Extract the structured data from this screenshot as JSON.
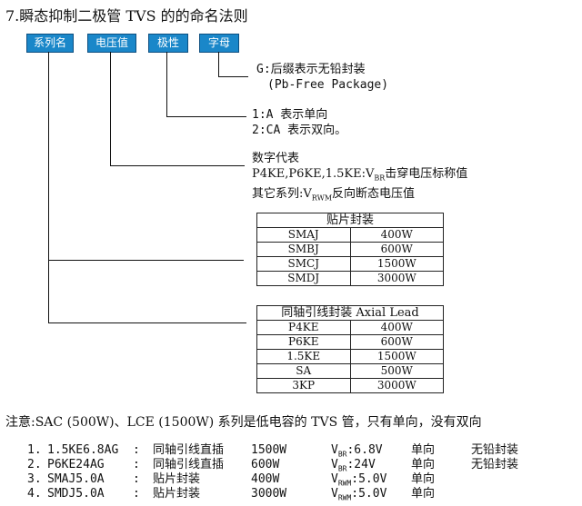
{
  "title": "7.瞬态抑制二极管 TVS 的的命名法则",
  "boxes": [
    "系列名",
    "电压值",
    "极性",
    "字母"
  ],
  "letter_note": {
    "line1": "G:后缀表示无铅封装",
    "line2": "(Pb-Free Package)"
  },
  "polarity_note": {
    "line1": "1:A 表示单向",
    "line2": "2:CA 表示双向。"
  },
  "voltage_note": {
    "line1": "数字代表",
    "line2_prefix": "P4KE,P6KE,1.5KE:V",
    "line2_sub": "BR",
    "line2_suffix": "击穿电压标称值",
    "line3_prefix": "其它系列:V",
    "line3_sub": "RWM",
    "line3_suffix": "反向断态电压值"
  },
  "smd_table": {
    "header": "贴片封装",
    "rows": [
      [
        "SMAJ",
        "400W"
      ],
      [
        "SMBJ",
        "600W"
      ],
      [
        "SMCJ",
        "1500W"
      ],
      [
        "SMDJ",
        "3000W"
      ]
    ]
  },
  "axial_table": {
    "header": "同轴引线封装 Axial Lead",
    "rows": [
      [
        "P4KE",
        "400W"
      ],
      [
        "P6KE",
        "600W"
      ],
      [
        "1.5KE",
        "1500W"
      ],
      [
        "SA",
        "500W"
      ],
      [
        "3KP",
        "3000W"
      ]
    ]
  },
  "note": "注意:SAC (500W)、LCE (1500W) 系列是低电容的 TVS 管，只有单向，没有双向",
  "examples": [
    {
      "num": "1.",
      "part": "1.5KE6.8AG",
      "colon": ":",
      "pkg": "同轴引线直插",
      "power": "1500W",
      "vsym": "V",
      "vsub": "BR",
      "vval": ":6.8V",
      "dir": "单向",
      "pb": "无铅封装"
    },
    {
      "num": "2.",
      "part": "P6KE24AG",
      "colon": ":",
      "pkg": "同轴引线直插",
      "power": "600W",
      "vsym": "V",
      "vsub": "BR",
      "vval": ":24V",
      "dir": "单向",
      "pb": "无铅封装"
    },
    {
      "num": "3.",
      "part": "SMAJ5.0A",
      "colon": ":",
      "pkg": "贴片封装",
      "power": "400W",
      "vsym": "V",
      "vsub": "RWM",
      "vval": ":5.0V",
      "dir": "单向",
      "pb": ""
    },
    {
      "num": "4.",
      "part": "SMDJ5.0A",
      "colon": ":",
      "pkg": "贴片封装",
      "power": "3000W",
      "vsym": "V",
      "vsub": "RWM",
      "vval": ":5.0V",
      "dir": "单向",
      "pb": ""
    }
  ]
}
